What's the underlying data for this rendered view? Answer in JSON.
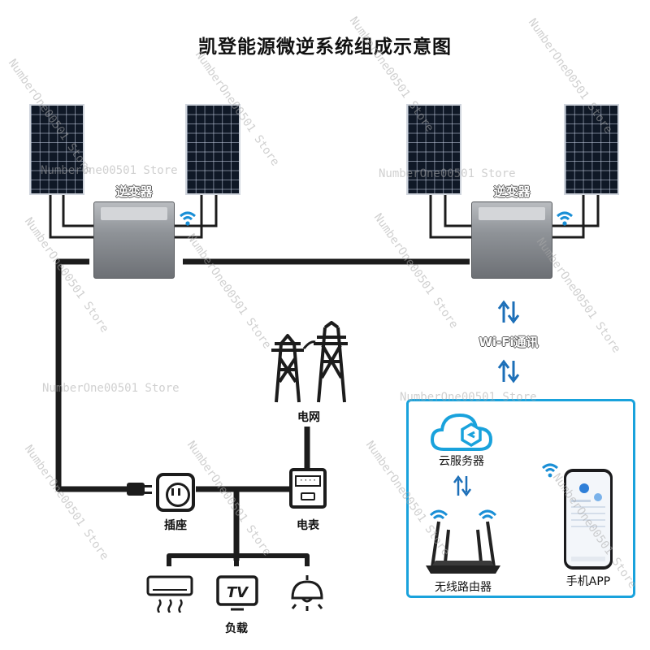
{
  "title": "凯登能源微逆系统组成示意图",
  "labels": {
    "inverter_left": "逆变器",
    "inverter_right": "逆变器",
    "wifi_comm": "Wi-Fi通讯",
    "grid": "电网",
    "cloud_server": "云服务器",
    "socket": "插座",
    "meter": "电表",
    "router": "无线路由器",
    "phone_app": "手机APP",
    "load": "负载"
  },
  "watermark": "NumberOne00501 Store",
  "colors": {
    "cloud_blue": "#19a2dc",
    "wifi_blue": "#1a8fd6",
    "arrow_blue": "#1c6fb8",
    "cable": "#1c1c1c"
  }
}
